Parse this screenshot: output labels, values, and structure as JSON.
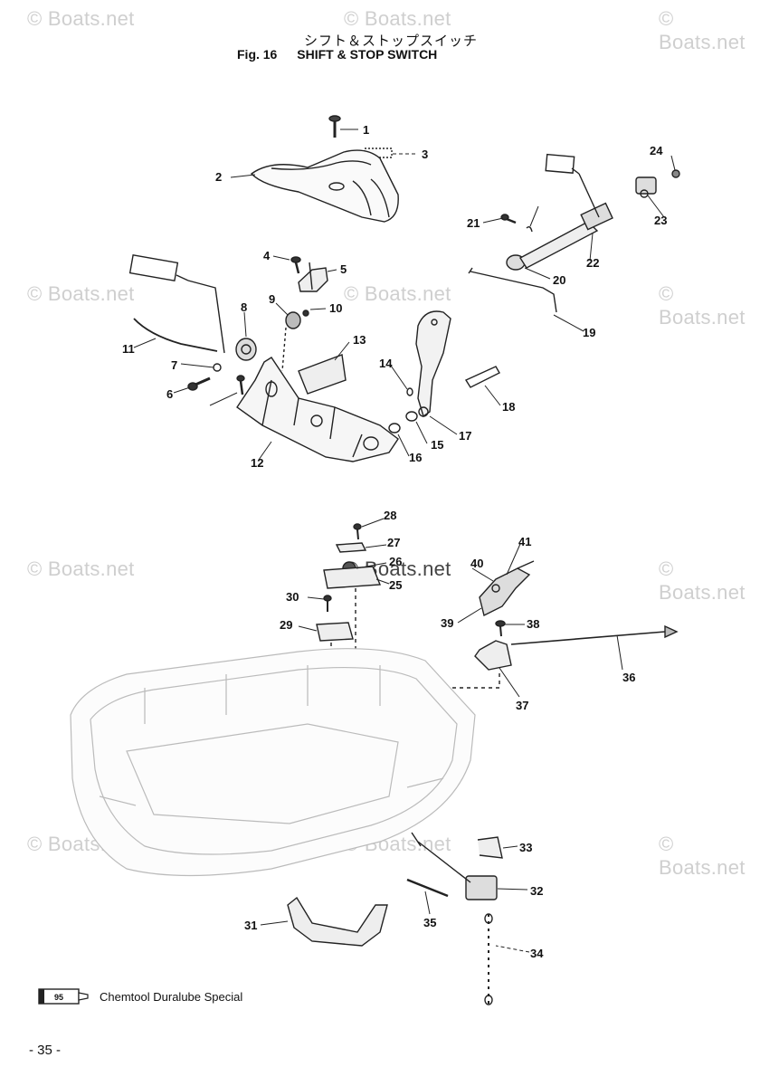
{
  "header": {
    "title_jp": "シフト＆ストップスイッチ",
    "fig_number": "Fig. 16",
    "title_en": "SHIFT & STOP SWITCH"
  },
  "watermark": "© Boats.net",
  "part_labels": [
    "1",
    "2",
    "3",
    "4",
    "5",
    "6",
    "7",
    "8",
    "9",
    "10",
    "11",
    "12",
    "13",
    "14",
    "15",
    "16",
    "17",
    "18",
    "19",
    "20",
    "21",
    "22",
    "23",
    "24",
    "25",
    "26",
    "27",
    "28",
    "29",
    "30",
    "31",
    "32",
    "33",
    "34",
    "35",
    "36",
    "37",
    "38",
    "39",
    "40",
    "41"
  ],
  "legend": {
    "tube_code": "95",
    "text": "Chemtool Duralube Special"
  },
  "page_number": "- 35 -"
}
